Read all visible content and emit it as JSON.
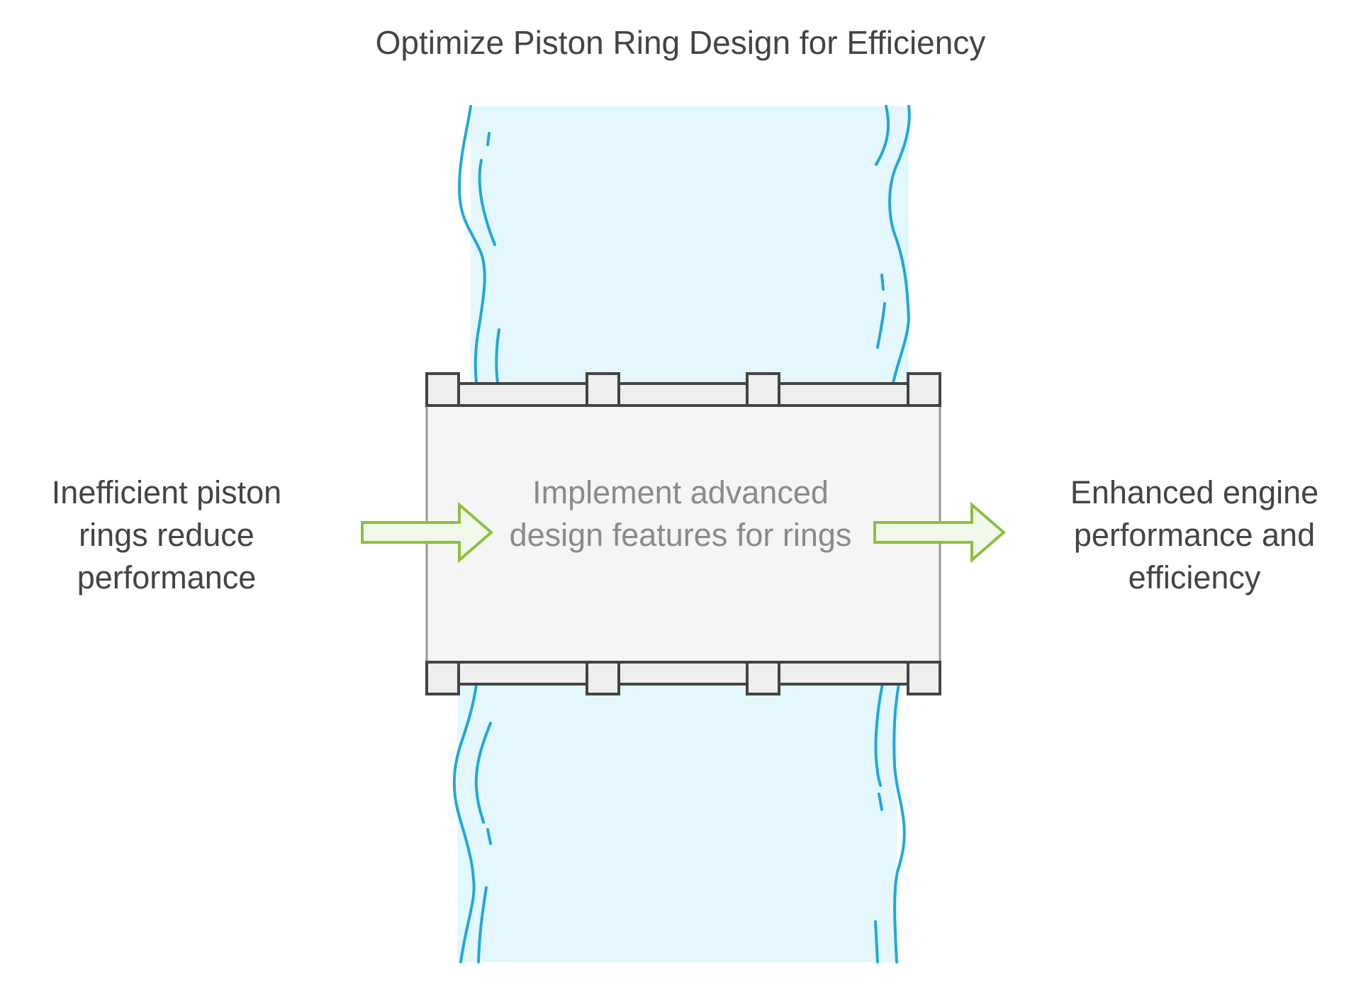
{
  "title": "Optimize Piston Ring Design for Efficiency",
  "input": {
    "label": "Inefficient piston rings reduce performance"
  },
  "process": {
    "label": "Implement advanced design features for rings"
  },
  "output": {
    "label": "Enhanced engine performance and efficiency"
  },
  "colors": {
    "stream_fill": "#e3f7fc",
    "stream_stroke": "#1fa9d8",
    "dam_fill": "#f5f5f5",
    "dam_band": "#eeeeee",
    "dam_stroke": "#444444",
    "dam_side": "#999999",
    "arrow_fill": "#f1f8e9",
    "arrow_stroke": "#8dbf3f",
    "title_text": "#444444",
    "label_text": "#444444",
    "process_text": "#8a8a8a"
  },
  "icons": [
    "right-arrow-icon",
    "right-arrow-icon"
  ]
}
